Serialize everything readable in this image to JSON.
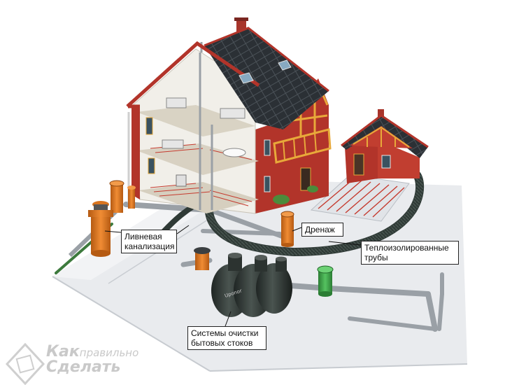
{
  "labels": {
    "storm": "Ливневая\nканализация",
    "drain": "Дренаж",
    "pipes": "Теплоизолированные\nтрубы",
    "septic": "Системы очистки\nбытовых стоков"
  },
  "tank_brand": "Uponor",
  "logo": {
    "word1": "Как",
    "word2": "правильно",
    "word3": "Сделать"
  },
  "colors": {
    "ground": "#e9ebee",
    "pipe": "#9aa0a6",
    "corrugated": "#2f3a36",
    "orange_well": "#d8741f",
    "green_well": "#3fa54a",
    "tank": "#2c3330",
    "brick": "#b2342a",
    "roof": "#2b3035",
    "trim": "#e8a93a",
    "wall_cut": "#f1efe9"
  }
}
